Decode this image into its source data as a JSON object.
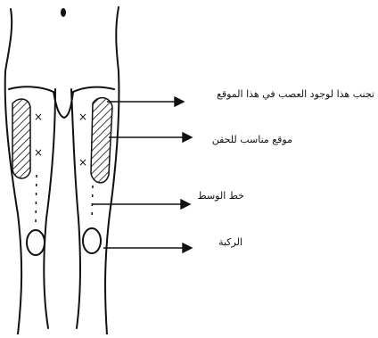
{
  "diagram": {
    "labels": {
      "avoid_sciatic_nerve": "تجنب هذا لوجود العصب في هذا الموقع",
      "injection_site": "موقع مناسب للحقن",
      "midline": "خط الوسط",
      "knee": "الركبة"
    },
    "markers": {
      "injection_mark": "×"
    },
    "colors": {
      "ink": "#111111",
      "background": "#ffffff"
    }
  }
}
